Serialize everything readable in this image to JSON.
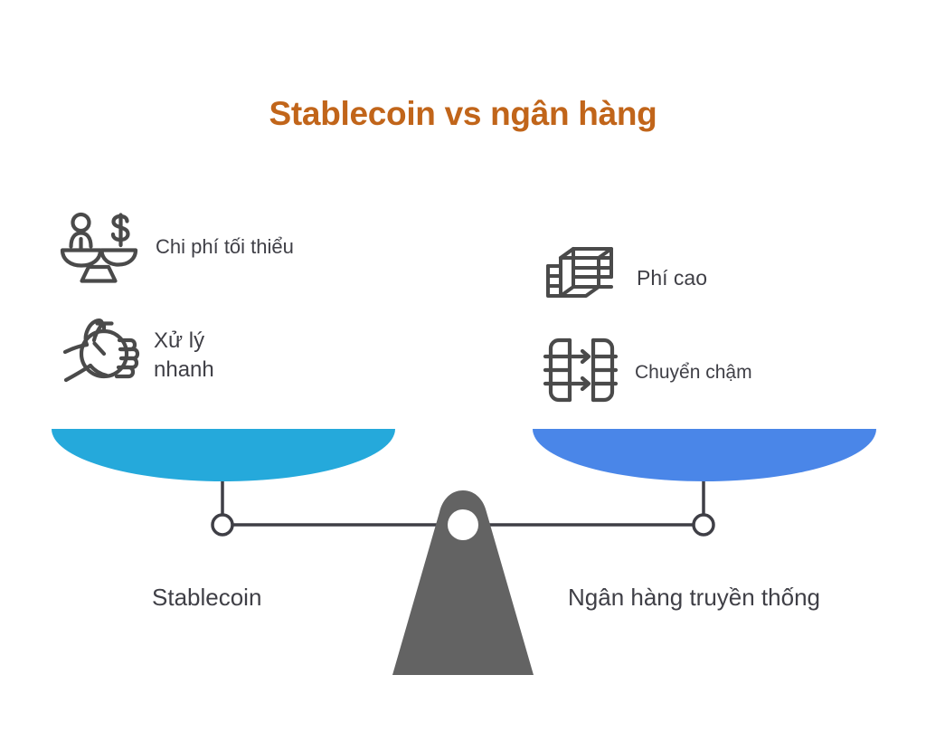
{
  "title": "Stablecoin vs ngân hàng",
  "colors": {
    "title": "#c1651a",
    "text": "#3f3f46",
    "icon_stroke": "#4a4a4a",
    "left_pan": "#25a9db",
    "right_pan": "#4a86e8",
    "fulcrum": "#636363",
    "beam": "#3f3f46"
  },
  "left_side": {
    "caption": "Stablecoin",
    "pan_color": "#25a9db",
    "features": [
      {
        "icon": "balance-scale-person-dollar-icon",
        "label": "Chi phí tối thiểu"
      },
      {
        "icon": "hand-stopwatch-icon",
        "label": "Xử lý\nnhanh"
      }
    ]
  },
  "right_side": {
    "caption": "Ngân hàng truyền thống",
    "pan_color": "#4a86e8",
    "features": [
      {
        "icon": "banknote-stack-icon",
        "label": "Phí cao"
      },
      {
        "icon": "bank-transfer-arrows-icon",
        "label": "Chuyển chậm"
      }
    ]
  },
  "scale": {
    "fulcrum_icon": "balance-fulcrum-icon",
    "left_hanger_icon": "hanger-ring-icon",
    "right_hanger_icon": "hanger-ring-icon"
  }
}
